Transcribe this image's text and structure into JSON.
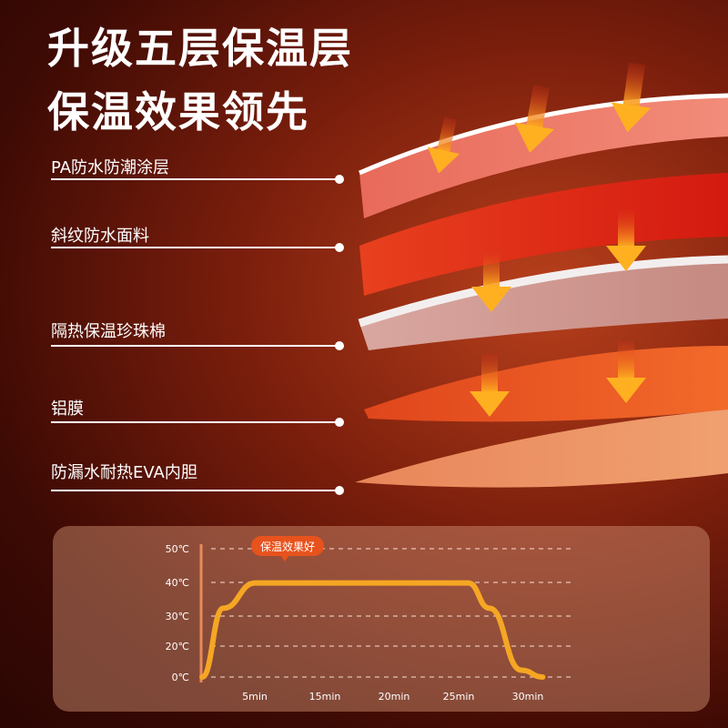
{
  "headline": {
    "line1": "升级五层保温层",
    "line2": "保温效果领先"
  },
  "layers": [
    {
      "label": "PA防水防潮涂层"
    },
    {
      "label": "斜纹防水面料"
    },
    {
      "label": "隔热保温珍珠棉"
    },
    {
      "label": "铝膜"
    },
    {
      "label": "防漏水耐热EVA内胆"
    }
  ],
  "colors": {
    "accent": "#f5a623",
    "badge": "#e8521c",
    "background_dark": "#3d0a04"
  },
  "chart_data": {
    "type": "line",
    "x": [
      0,
      2,
      5,
      10,
      15,
      20,
      25,
      27,
      30,
      32
    ],
    "y": [
      0,
      30,
      41,
      41,
      41,
      41,
      41,
      30,
      3,
      0
    ],
    "x_ticks": [
      "5min",
      "15min",
      "20min",
      "25min",
      "30min"
    ],
    "y_ticks": [
      "50℃",
      "40℃",
      "30℃",
      "20℃",
      "0℃"
    ],
    "annotation": "保温效果好",
    "grid": true
  }
}
